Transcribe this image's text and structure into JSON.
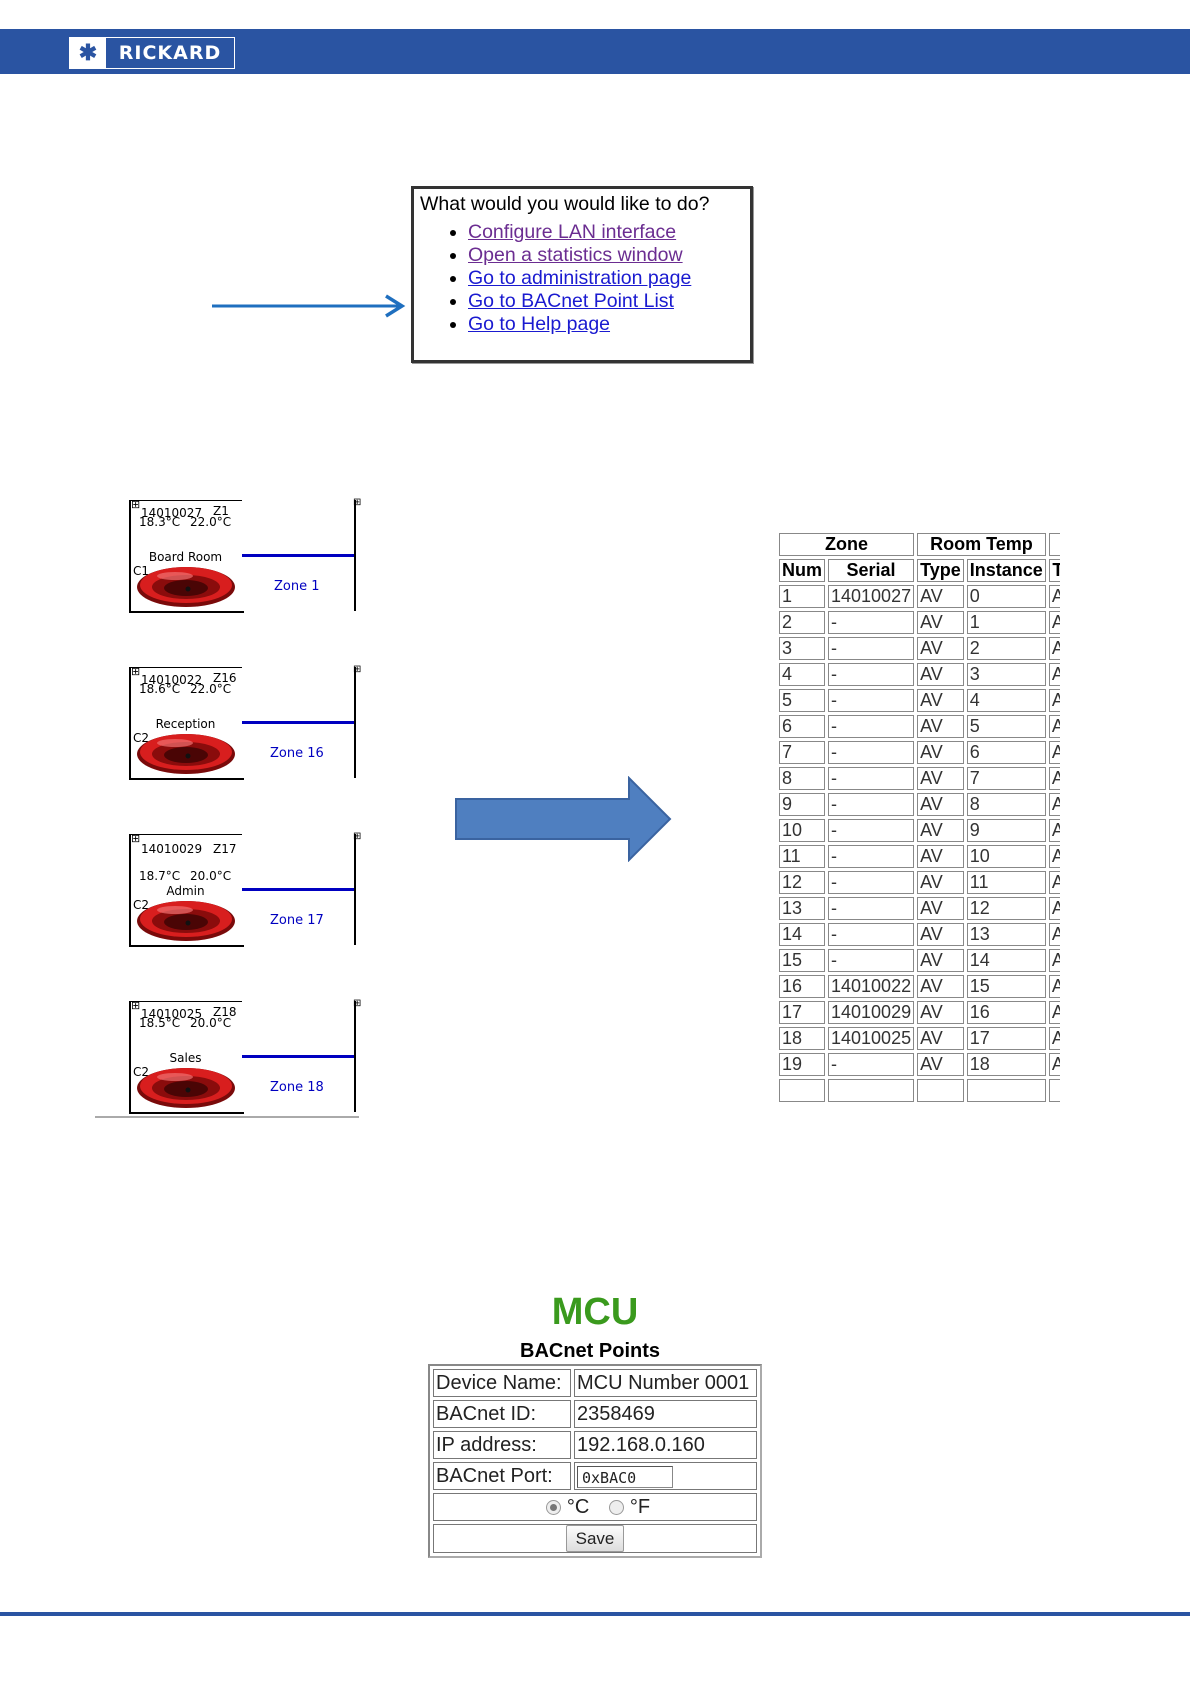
{
  "header": {
    "logo_mark": "✱",
    "logo_text": "RICKARD",
    "brand_color": "#2a54a2"
  },
  "menu": {
    "question": "What would you would like to do?",
    "links": [
      {
        "label": "Configure LAN interface",
        "visited": true
      },
      {
        "label": "Open a statistics window",
        "visited": true
      },
      {
        "label": "Go to administration page",
        "visited": false
      },
      {
        "label": "Go to BACnet Point List",
        "visited": false
      },
      {
        "label": "Go to Help page",
        "visited": false
      }
    ]
  },
  "zones": [
    {
      "serial": "14010027",
      "zone_code": "Z1",
      "temp": "18.3°C",
      "setpoint": "22.0°C",
      "room": "Board Room",
      "ctrl": "C1",
      "zone_label": "Zone 1"
    },
    {
      "serial": "14010022",
      "zone_code": "Z16",
      "temp": "18.6°C",
      "setpoint": "22.0°C",
      "room": "Reception",
      "ctrl": "C2",
      "zone_label": "Zone 16"
    },
    {
      "serial": "14010029",
      "zone_code": "Z17",
      "temp": "18.7°C",
      "setpoint": "20.0°C",
      "room": "Admin",
      "ctrl": "C2",
      "zone_label": "Zone 17"
    },
    {
      "serial": "14010025",
      "zone_code": "Z18",
      "temp": "18.5°C",
      "setpoint": "20.0°C",
      "room": "Sales",
      "ctrl": "C2",
      "zone_label": "Zone 18"
    }
  ],
  "points_table": {
    "group_headers": [
      "Zone",
      "Room Temp",
      ""
    ],
    "columns": [
      "Num",
      "Serial",
      "Type",
      "Instance",
      "T"
    ],
    "rows": [
      [
        "1",
        "14010027",
        "AV",
        "0",
        "A"
      ],
      [
        "2",
        "-",
        "AV",
        "1",
        "A"
      ],
      [
        "3",
        "-",
        "AV",
        "2",
        "A"
      ],
      [
        "4",
        "-",
        "AV",
        "3",
        "A"
      ],
      [
        "5",
        "-",
        "AV",
        "4",
        "A"
      ],
      [
        "6",
        "-",
        "AV",
        "5",
        "A"
      ],
      [
        "7",
        "-",
        "AV",
        "6",
        "A"
      ],
      [
        "8",
        "-",
        "AV",
        "7",
        "A"
      ],
      [
        "9",
        "-",
        "AV",
        "8",
        "A"
      ],
      [
        "10",
        "-",
        "AV",
        "9",
        "A"
      ],
      [
        "11",
        "-",
        "AV",
        "10",
        "A"
      ],
      [
        "12",
        "-",
        "AV",
        "11",
        "A"
      ],
      [
        "13",
        "-",
        "AV",
        "12",
        "A"
      ],
      [
        "14",
        "-",
        "AV",
        "13",
        "A"
      ],
      [
        "15",
        "-",
        "AV",
        "14",
        "A"
      ],
      [
        "16",
        "14010022",
        "AV",
        "15",
        "A"
      ],
      [
        "17",
        "14010029",
        "AV",
        "16",
        "A"
      ],
      [
        "18",
        "14010025",
        "AV",
        "17",
        "A"
      ],
      [
        "19",
        "-",
        "AV",
        "18",
        "A"
      ],
      [
        "",
        "",
        "",
        "",
        ""
      ]
    ]
  },
  "mcu": {
    "title": "MCU",
    "subtitle": "BACnet Points",
    "title_color": "#3a9a1d",
    "rows": [
      {
        "label": "Device Name:",
        "value": "MCU Number 0001"
      },
      {
        "label": "BACnet ID:",
        "value": "2358469"
      },
      {
        "label": "IP address:",
        "value": "192.168.0.160"
      }
    ],
    "port_label": "BACnet Port:",
    "port_value": "0xBAC0",
    "unit_celsius": "°C",
    "unit_fahrenheit": "°F",
    "selected_unit": "C",
    "save_label": "Save"
  }
}
